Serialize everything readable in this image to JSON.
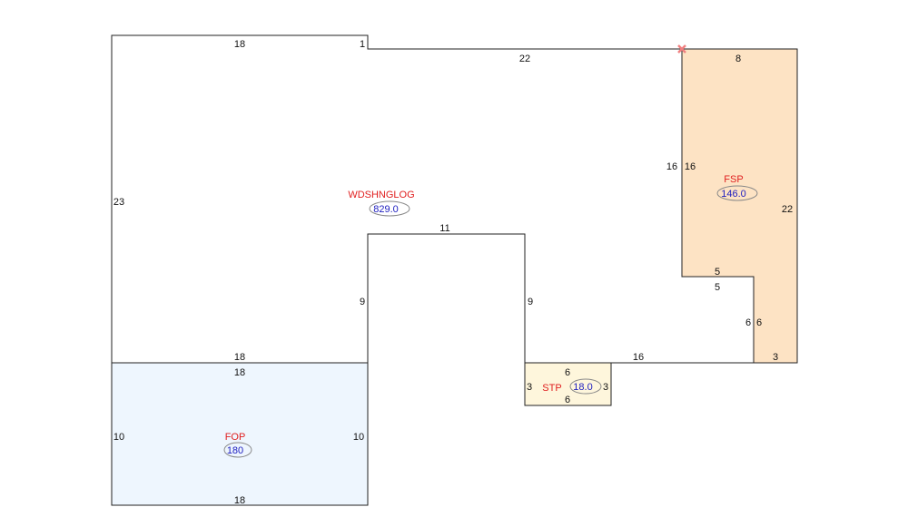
{
  "colors": {
    "fsp_fill": "#fde3c4",
    "fop_fill": "#eef6fe",
    "stp_fill": "#fef6dc",
    "main_fill": "#ffffff",
    "label_name": "#e02020",
    "label_value": "#2020c0"
  },
  "areas": {
    "main": {
      "name": "WDSHNGLOG",
      "value": "829.0"
    },
    "fsp": {
      "name": "FSP",
      "value": "146.0"
    },
    "fop": {
      "name": "FOP",
      "value": "180"
    },
    "stp": {
      "name": "STP",
      "value": "18.0"
    }
  },
  "dims": {
    "main_top": "18",
    "main_step": "1",
    "main_top2": "22",
    "main_left": "23",
    "notch_top": "11",
    "notch_left": "9",
    "notch_right": "9",
    "main_bottom_left": "18",
    "main_bottom_right": "16",
    "fsp_top": "8",
    "fsp_left_out": "16",
    "fsp_left_in": "16",
    "fsp_right": "22",
    "fsp_step_top": "5",
    "fsp_step_bottom": "5",
    "fsp_step_left": "6",
    "fsp_step_right": "6",
    "fsp_bottom": "3",
    "fop_top": "18",
    "fop_left": "10",
    "fop_right": "10",
    "fop_bottom": "18",
    "stp_top": "6",
    "stp_bottom": "6",
    "stp_left": "3",
    "stp_right": "3"
  }
}
